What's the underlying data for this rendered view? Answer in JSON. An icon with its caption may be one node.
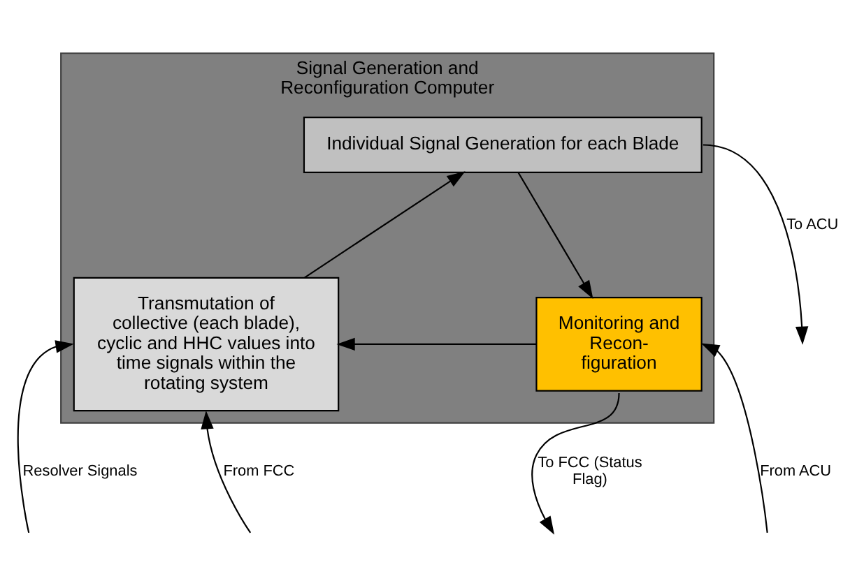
{
  "diagram": {
    "nodes": [
      {
        "text": [
          "Signal Generation and Reconfiguration Computer"
        ]
      },
      {
        "text": [
          "Individual Signal Generation for each Blade"
        ],
        "in": 0
      },
      {
        "text": [
          "Transmutation of collective (each blade), cyclic and HHC values into time signals within the rotating system"
        ],
        "in": 0
      },
      {
        "text": [
          "Monitoring and Recon-figuration"
        ],
        "in": 0
      }
    ],
    "edges": [
      {
        "from": 1,
        "to": null,
        "arrow": "to",
        "label": "To ACU"
      },
      {
        "from": null,
        "to": 2,
        "arrow": "to",
        "label": "Resolver Signals"
      },
      {
        "from": 2,
        "to": 1,
        "arrow": "to"
      },
      {
        "from": 1,
        "to": 3,
        "arrow": "to"
      },
      {
        "from": 3,
        "to": 2,
        "arrow": "to"
      },
      {
        "from": null,
        "to": 3,
        "arrow": "to",
        "label": "From ACU"
      },
      {
        "from": null,
        "to": 2,
        "arrow": "to",
        "label": "From FCC"
      },
      {
        "from": 3,
        "to": null,
        "arrow": "to",
        "label": "To FCC (Status Flag)"
      }
    ]
  }
}
